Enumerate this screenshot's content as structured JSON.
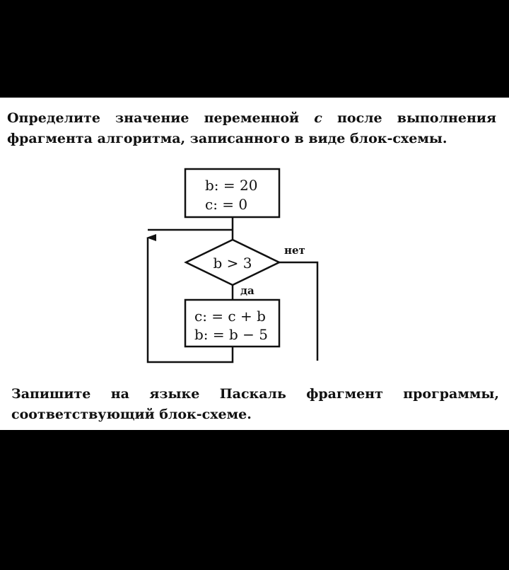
{
  "question": {
    "line1_pre": "Определите значение переменной ",
    "variable": "с",
    "line1_post": " после выполнения",
    "line2": "фрагмента алгоритма, записанного в виде блок-схемы."
  },
  "flowchart": {
    "init_block": {
      "line1": "b: = 20",
      "line2": "c: = 0"
    },
    "condition": "b > 3",
    "yes_label": "да",
    "no_label": "нет",
    "loop_block": {
      "line1": "c: = c + b",
      "line2": "b: = b − 5"
    }
  },
  "task": {
    "line1": "Запишите на языке Паскаль фрагмент программы,",
    "line2": "соответствующий блок-схеме."
  }
}
